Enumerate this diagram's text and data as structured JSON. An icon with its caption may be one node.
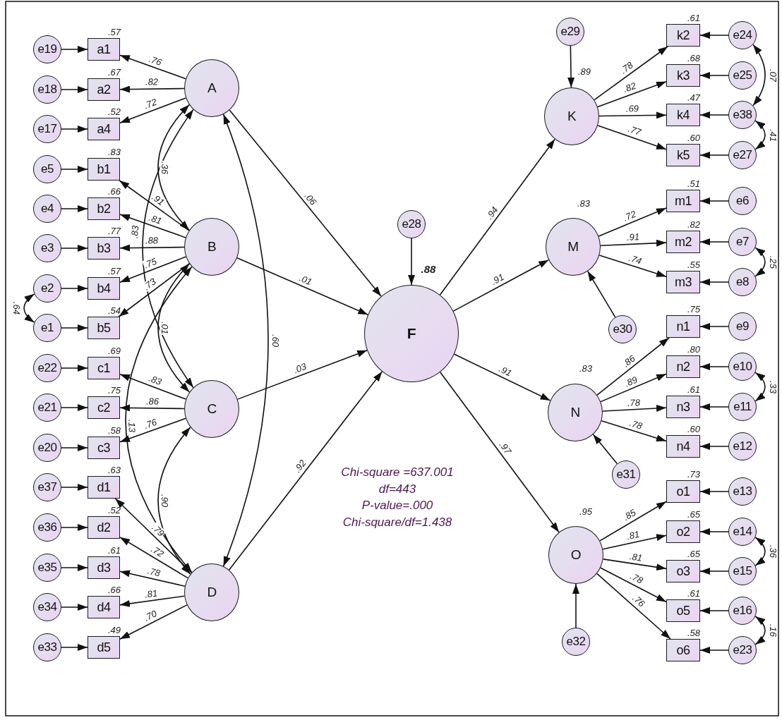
{
  "diagram": {
    "nodes": [
      {
        "text": [
          "e19"
        ]
      },
      {
        "text": [
          "e18"
        ]
      },
      {
        "text": [
          "e17"
        ]
      },
      {
        "text": [
          "e5"
        ]
      },
      {
        "text": [
          "e4"
        ]
      },
      {
        "text": [
          "e3"
        ]
      },
      {
        "text": [
          "e2"
        ]
      },
      {
        "text": [
          "e1"
        ]
      },
      {
        "text": [
          "e22"
        ]
      },
      {
        "text": [
          "e21"
        ]
      },
      {
        "text": [
          "e20"
        ]
      },
      {
        "text": [
          "e37"
        ]
      },
      {
        "text": [
          "e36"
        ]
      },
      {
        "text": [
          "e35"
        ]
      },
      {
        "text": [
          "e34"
        ]
      },
      {
        "text": [
          "e33"
        ]
      },
      {
        "text": [
          "a1"
        ],
        "beside": [
          ".57"
        ]
      },
      {
        "text": [
          "a2"
        ],
        "beside": [
          ".67"
        ]
      },
      {
        "text": [
          "a4"
        ],
        "beside": [
          ".52"
        ]
      },
      {
        "text": [
          "b1"
        ],
        "beside": [
          ".83"
        ]
      },
      {
        "text": [
          "b2"
        ],
        "beside": [
          ".66"
        ]
      },
      {
        "text": [
          "b3"
        ],
        "beside": [
          ".77"
        ]
      },
      {
        "text": [
          "b4"
        ],
        "beside": [
          ".57"
        ]
      },
      {
        "text": [
          "b5"
        ],
        "beside": [
          ".54"
        ]
      },
      {
        "text": [
          "c1"
        ],
        "beside": [
          ".69"
        ]
      },
      {
        "text": [
          "c2"
        ],
        "beside": [
          ".75"
        ]
      },
      {
        "text": [
          "c3"
        ],
        "beside": [
          ".58"
        ]
      },
      {
        "text": [
          "d1"
        ],
        "beside": [
          ".63"
        ]
      },
      {
        "text": [
          "d2"
        ],
        "beside": [
          ".52"
        ]
      },
      {
        "text": [
          "d3"
        ],
        "beside": [
          ".61"
        ]
      },
      {
        "text": [
          "d4"
        ],
        "beside": [
          ".66"
        ]
      },
      {
        "text": [
          "d5"
        ],
        "beside": [
          ".49"
        ]
      },
      {
        "text": [
          "A"
        ]
      },
      {
        "text": [
          "B"
        ]
      },
      {
        "text": [
          "C"
        ]
      },
      {
        "text": [
          "D"
        ]
      },
      {
        "text": [
          "e28"
        ]
      },
      {
        "text": [
          "F"
        ],
        "beside": [
          ".88"
        ]
      },
      {
        "text": [
          "e29"
        ]
      },
      {
        "text": [
          "K"
        ],
        "beside": [
          ".89"
        ]
      },
      {
        "text": [
          "M"
        ],
        "beside": [
          ".83"
        ]
      },
      {
        "text": [
          "e30"
        ]
      },
      {
        "text": [
          "N"
        ],
        "beside": [
          ".83"
        ]
      },
      {
        "text": [
          "e31"
        ]
      },
      {
        "text": [
          "O"
        ],
        "beside": [
          ".95"
        ]
      },
      {
        "text": [
          "e32"
        ]
      },
      {
        "text": [
          "k2"
        ],
        "beside": [
          ".61"
        ]
      },
      {
        "text": [
          "k3"
        ],
        "beside": [
          ".68"
        ]
      },
      {
        "text": [
          "k4"
        ],
        "beside": [
          ".47"
        ]
      },
      {
        "text": [
          "k5"
        ],
        "beside": [
          ".60"
        ]
      },
      {
        "text": [
          "m1"
        ],
        "beside": [
          ".51"
        ]
      },
      {
        "text": [
          "m2"
        ],
        "beside": [
          ".82"
        ]
      },
      {
        "text": [
          "m3"
        ],
        "beside": [
          ".55"
        ]
      },
      {
        "text": [
          "n1"
        ],
        "beside": [
          ".75"
        ]
      },
      {
        "text": [
          "n2"
        ],
        "beside": [
          ".80"
        ]
      },
      {
        "text": [
          "n3"
        ],
        "beside": [
          ".61"
        ]
      },
      {
        "text": [
          "n4"
        ],
        "beside": [
          ".60"
        ]
      },
      {
        "text": [
          "o1"
        ],
        "beside": [
          ".73"
        ]
      },
      {
        "text": [
          "o2"
        ],
        "beside": [
          ".65"
        ]
      },
      {
        "text": [
          "o3"
        ],
        "beside": [
          ".65"
        ]
      },
      {
        "text": [
          "o5"
        ],
        "beside": [
          ".61"
        ]
      },
      {
        "text": [
          "o6"
        ],
        "beside": [
          ".58"
        ]
      },
      {
        "text": [
          "e24"
        ]
      },
      {
        "text": [
          "e25"
        ]
      },
      {
        "text": [
          "e38"
        ]
      },
      {
        "text": [
          "e27"
        ]
      },
      {
        "text": [
          "e6"
        ]
      },
      {
        "text": [
          "e7"
        ]
      },
      {
        "text": [
          "e8"
        ]
      },
      {
        "text": [
          "e9"
        ]
      },
      {
        "text": [
          "e10"
        ]
      },
      {
        "text": [
          "e11"
        ]
      },
      {
        "text": [
          "e12"
        ]
      },
      {
        "text": [
          "e13"
        ]
      },
      {
        "text": [
          "e14"
        ]
      },
      {
        "text": [
          "e15"
        ]
      },
      {
        "text": [
          "e16"
        ]
      },
      {
        "text": [
          "e23"
        ]
      }
    ],
    "edges": [
      {
        "from": 0,
        "to": 16,
        "arrow": "to"
      },
      {
        "from": 1,
        "to": 17,
        "arrow": "to"
      },
      {
        "from": 2,
        "to": 18,
        "arrow": "to"
      },
      {
        "from": 3,
        "to": 19,
        "arrow": "to"
      },
      {
        "from": 4,
        "to": 20,
        "arrow": "to"
      },
      {
        "from": 5,
        "to": 21,
        "arrow": "to"
      },
      {
        "from": 6,
        "to": 22,
        "arrow": "to"
      },
      {
        "from": 7,
        "to": 23,
        "arrow": "to"
      },
      {
        "from": 8,
        "to": 24,
        "arrow": "to"
      },
      {
        "from": 9,
        "to": 25,
        "arrow": "to"
      },
      {
        "from": 10,
        "to": 26,
        "arrow": "to"
      },
      {
        "from": 11,
        "to": 27,
        "arrow": "to"
      },
      {
        "from": 12,
        "to": 28,
        "arrow": "to"
      },
      {
        "from": 13,
        "to": 29,
        "arrow": "to"
      },
      {
        "from": 14,
        "to": 30,
        "arrow": "to"
      },
      {
        "from": 15,
        "to": 31,
        "arrow": "to"
      },
      {
        "from": 32,
        "to": 16,
        "arrow": "to",
        "label": ".76"
      },
      {
        "from": 32,
        "to": 17,
        "arrow": "to",
        "label": ".82"
      },
      {
        "from": 32,
        "to": 18,
        "arrow": "to",
        "label": ".72"
      },
      {
        "from": 33,
        "to": 19,
        "arrow": "to",
        "label": ".91"
      },
      {
        "from": 33,
        "to": 20,
        "arrow": "to",
        "label": ".81"
      },
      {
        "from": 33,
        "to": 21,
        "arrow": "to",
        "label": ".88"
      },
      {
        "from": 33,
        "to": 22,
        "arrow": "to",
        "label": ".75"
      },
      {
        "from": 33,
        "to": 23,
        "arrow": "to",
        "label": ".73"
      },
      {
        "from": 34,
        "to": 24,
        "arrow": "to",
        "label": ".83"
      },
      {
        "from": 34,
        "to": 25,
        "arrow": "to",
        "label": ".86"
      },
      {
        "from": 34,
        "to": 26,
        "arrow": "to",
        "label": ".76"
      },
      {
        "from": 35,
        "to": 27,
        "arrow": "to",
        "label": ".79"
      },
      {
        "from": 35,
        "to": 28,
        "arrow": "to",
        "label": ".72"
      },
      {
        "from": 35,
        "to": 29,
        "arrow": "to",
        "label": ".78"
      },
      {
        "from": 35,
        "to": 30,
        "arrow": "to",
        "label": ".81"
      },
      {
        "from": 35,
        "to": 31,
        "arrow": "to",
        "label": ".70"
      },
      {
        "from": 32,
        "to": 33,
        "arrow": "both",
        "label": ".36"
      },
      {
        "from": 32,
        "to": 34,
        "arrow": "both",
        "label": ".83"
      },
      {
        "from": 32,
        "to": 35,
        "arrow": "both",
        "label": ".60"
      },
      {
        "from": 33,
        "to": 34,
        "arrow": "both",
        "label": ".01"
      },
      {
        "from": 33,
        "to": 35,
        "arrow": "both",
        "label": ".13"
      },
      {
        "from": 34,
        "to": 35,
        "arrow": "both",
        "label": ".90"
      },
      {
        "from": 6,
        "to": 7,
        "arrow": "both",
        "label": ".64"
      },
      {
        "from": 32,
        "to": 37,
        "arrow": "to",
        "label": ".06"
      },
      {
        "from": 33,
        "to": 37,
        "arrow": "to",
        "label": ".01"
      },
      {
        "from": 34,
        "to": 37,
        "arrow": "to",
        "label": ".03"
      },
      {
        "from": 35,
        "to": 37,
        "arrow": "to",
        "label": ".92"
      },
      {
        "from": 36,
        "to": 37,
        "arrow": "to"
      },
      {
        "from": 37,
        "to": 39,
        "arrow": "to",
        "label": ".94"
      },
      {
        "from": 37,
        "to": 40,
        "arrow": "to",
        "label": ".91"
      },
      {
        "from": 37,
        "to": 42,
        "arrow": "to",
        "label": ".91"
      },
      {
        "from": 37,
        "to": 44,
        "arrow": "to",
        "label": ".97"
      },
      {
        "from": 38,
        "to": 39,
        "arrow": "to"
      },
      {
        "from": 41,
        "to": 40,
        "arrow": "to"
      },
      {
        "from": 43,
        "to": 42,
        "arrow": "to"
      },
      {
        "from": 45,
        "to": 44,
        "arrow": "to"
      },
      {
        "from": 39,
        "to": 46,
        "arrow": "to",
        "label": ".78"
      },
      {
        "from": 39,
        "to": 47,
        "arrow": "to",
        "label": ".82"
      },
      {
        "from": 39,
        "to": 48,
        "arrow": "to",
        "label": ".69"
      },
      {
        "from": 39,
        "to": 49,
        "arrow": "to",
        "label": ".77"
      },
      {
        "from": 40,
        "to": 50,
        "arrow": "to",
        "label": ".72"
      },
      {
        "from": 40,
        "to": 51,
        "arrow": "to",
        "label": ".91"
      },
      {
        "from": 40,
        "to": 52,
        "arrow": "to",
        "label": ".74"
      },
      {
        "from": 42,
        "to": 53,
        "arrow": "to",
        "label": ".86"
      },
      {
        "from": 42,
        "to": 54,
        "arrow": "to",
        "label": ".89"
      },
      {
        "from": 42,
        "to": 55,
        "arrow": "to",
        "label": ".78"
      },
      {
        "from": 42,
        "to": 56,
        "arrow": "to",
        "label": ".78"
      },
      {
        "from": 44,
        "to": 57,
        "arrow": "to",
        "label": ".85"
      },
      {
        "from": 44,
        "to": 58,
        "arrow": "to",
        "label": ".81"
      },
      {
        "from": 44,
        "to": 59,
        "arrow": "to",
        "label": ".81"
      },
      {
        "from": 44,
        "to": 60,
        "arrow": "to",
        "label": ".78"
      },
      {
        "from": 44,
        "to": 61,
        "arrow": "to",
        "label": ".76"
      },
      {
        "from": 62,
        "to": 46,
        "arrow": "to"
      },
      {
        "from": 63,
        "to": 47,
        "arrow": "to"
      },
      {
        "from": 64,
        "to": 48,
        "arrow": "to"
      },
      {
        "from": 65,
        "to": 49,
        "arrow": "to"
      },
      {
        "from": 66,
        "to": 50,
        "arrow": "to"
      },
      {
        "from": 67,
        "to": 51,
        "arrow": "to"
      },
      {
        "from": 68,
        "to": 52,
        "arrow": "to"
      },
      {
        "from": 69,
        "to": 53,
        "arrow": "to"
      },
      {
        "from": 70,
        "to": 54,
        "arrow": "to"
      },
      {
        "from": 71,
        "to": 55,
        "arrow": "to"
      },
      {
        "from": 72,
        "to": 56,
        "arrow": "to"
      },
      {
        "from": 73,
        "to": 57,
        "arrow": "to"
      },
      {
        "from": 74,
        "to": 58,
        "arrow": "to"
      },
      {
        "from": 75,
        "to": 59,
        "arrow": "to"
      },
      {
        "from": 76,
        "to": 60,
        "arrow": "to"
      },
      {
        "from": 77,
        "to": 61,
        "arrow": "to"
      },
      {
        "from": 62,
        "to": 64,
        "arrow": "both",
        "label": ".07"
      },
      {
        "from": 64,
        "to": 65,
        "arrow": "both",
        "label": ".41"
      },
      {
        "from": 67,
        "to": 68,
        "arrow": "both",
        "label": ".25"
      },
      {
        "from": 70,
        "to": 71,
        "arrow": "both",
        "label": ".33"
      },
      {
        "from": 74,
        "to": 75,
        "arrow": "both",
        "label": ".36"
      },
      {
        "from": 76,
        "to": 77,
        "arrow": "both",
        "label": ".16"
      }
    ],
    "labels": [
      "Chi-square =637.001",
      "df=443",
      "P-value=.000",
      "Chi-square/df=1.438"
    ]
  }
}
